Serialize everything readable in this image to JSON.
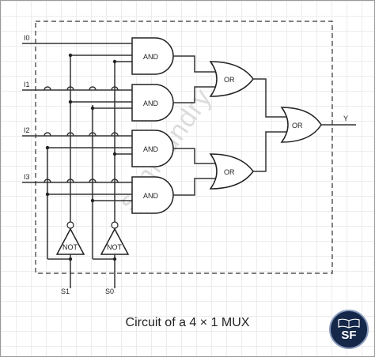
{
  "diagram": {
    "inputs": [
      "I0",
      "I1",
      "I2",
      "I3"
    ],
    "selects": [
      "S1",
      "S0"
    ],
    "output": "Y",
    "and_gates": [
      "AND",
      "AND",
      "AND",
      "AND"
    ],
    "or_gates": [
      "OR",
      "OR",
      "OR"
    ],
    "not_gates": [
      "NOT",
      "NOT"
    ]
  },
  "caption": "Circuit of a 4 × 1 MUX",
  "logo": {
    "text": "SF"
  },
  "watermark": "sanfoundry"
}
